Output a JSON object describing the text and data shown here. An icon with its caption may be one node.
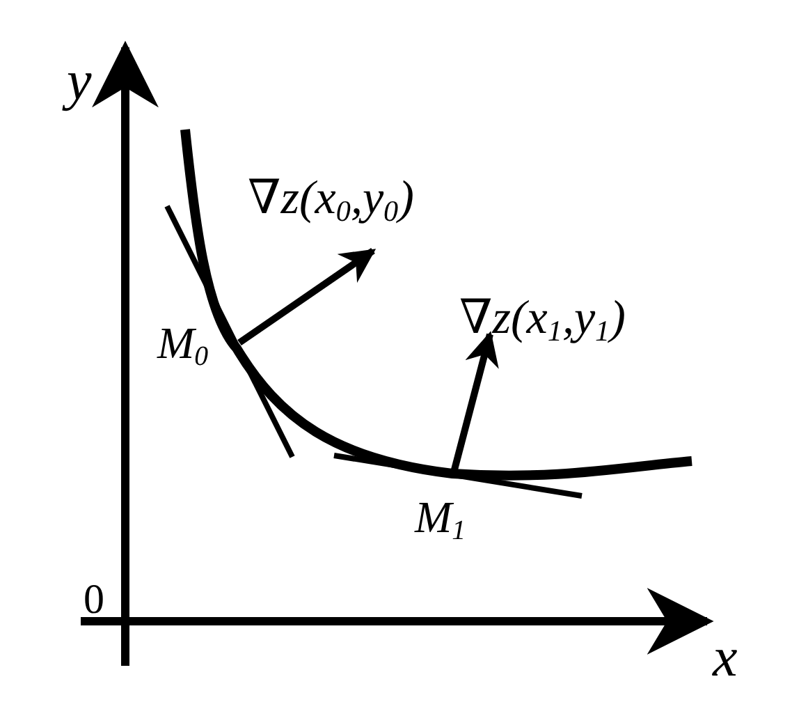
{
  "diagram": {
    "labels": [
      "y",
      "∇z(x$_{0}$,y$_{0}$)",
      "∇z(x$_{1}$,y$_{1}$)",
      "M$_{0}$",
      "M$_{1}$",
      "0",
      "x"
    ]
  }
}
